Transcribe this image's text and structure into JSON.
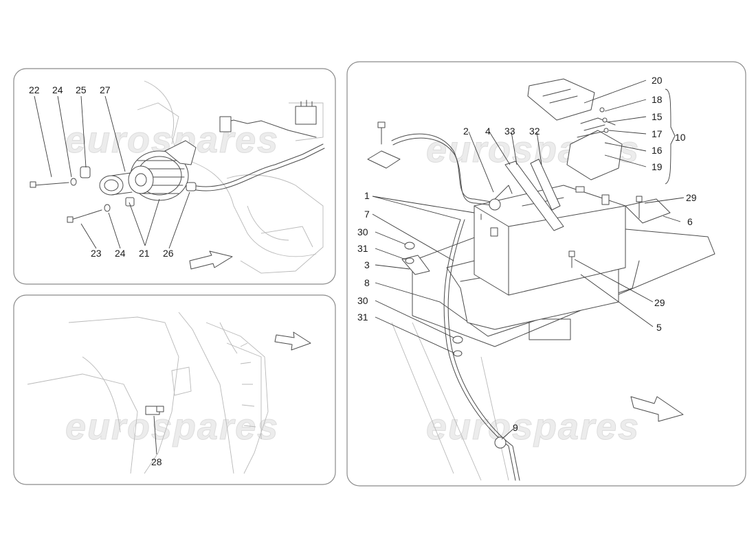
{
  "watermark": "eurospares",
  "panel_top_left": {
    "callouts": [
      "22",
      "24",
      "25",
      "27",
      "23",
      "24",
      "21",
      "26"
    ]
  },
  "panel_bottom_left": {
    "callouts": [
      "28"
    ]
  },
  "panel_right": {
    "callouts": [
      "20",
      "18",
      "15",
      "17",
      "16",
      "19",
      "10",
      "2",
      "4",
      "33",
      "32",
      "1",
      "7",
      "29",
      "6",
      "30",
      "31",
      "3",
      "8",
      "29",
      "5",
      "30",
      "31",
      "9"
    ]
  },
  "icons": [
    "direction-arrow-icon",
    "direction-arrow-icon",
    "direction-arrow-icon"
  ]
}
